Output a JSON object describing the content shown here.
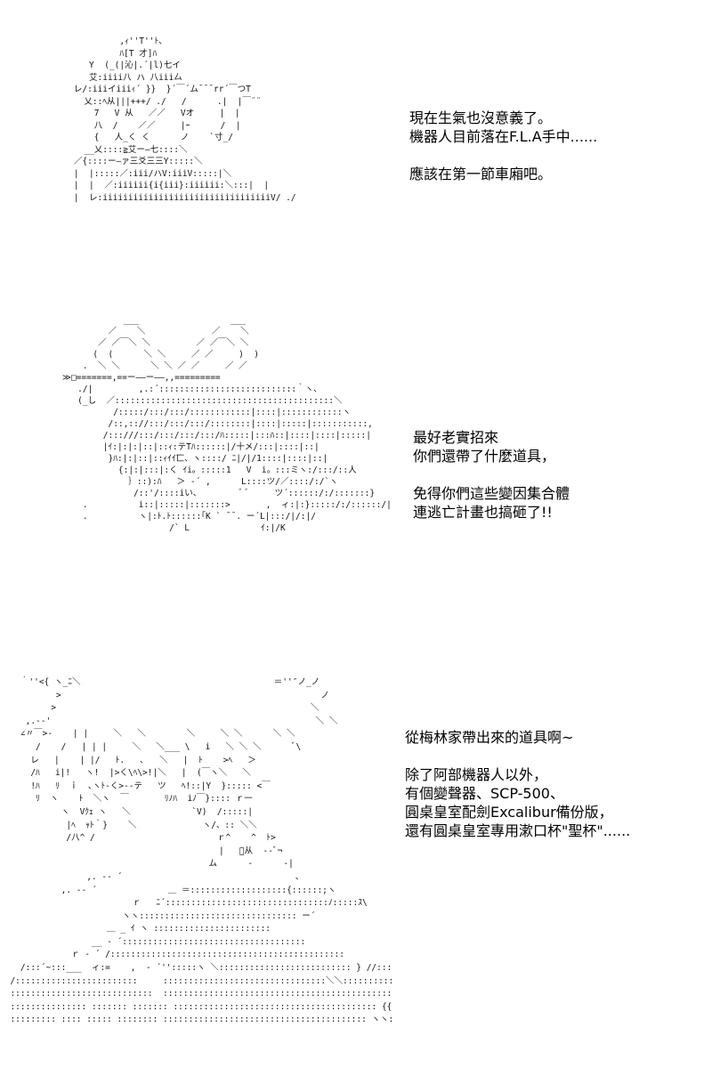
{
  "panels": [
    {
      "art": [
        "             ,ｨ''T''ﾄ、",
        "             ﾊ[T 才]ﾊ",
        "       Y  (_(|沁|.´|l)七イ",
        "       艾:iiii八 ハ 八iii厶",
        "    レ/:iiiイiiiｨ´ }}  }´￣´ム¯¯¯rr´￣つT",
        "      乂::ﾍ从|||+++/ ./   /      .|  |￣¨¨",
        "        7   V 从   ／／   Vオ     |  |",
        "        八  /    ／／     |ｰ      /  |",
        "        {   人_く く      ノ    `寸_/",
        "      __乂::::≧艾ー―七::::＼",
        "    ／{::::ー―ァ三爻三三Y:::::＼",
        "    |  |:::::／:iii/ハV:iiiV:::::|＼",
        "    |  |  ／:iiiiii{i{iii}:iiiiii:＼:::|  |",
        "    |  レ:iiiiiiiiiiiiiiiiiiiiiiiiiiiiiiiiiV/ ./"
      ],
      "caption": [
        "現在生氣也沒意義了。",
        "機器人目前落在F.L.A手中......",
        "",
        "應該在第一節車廂吧。"
      ]
    },
    {
      "art": [
        "",
        "            ___                  ___",
        "         ／    ＼             ／    ＼",
        "       ／ ／￣＼ ＼         ／ ／￣＼ ＼",
        "      (  (      ＼ ＼     ／ ／     )  )",
        "    .  ＼ ＼      ＼ ＼ ／ ／     ／ ／",
        "≫□=======,==ー――ー――,,=========",
        "   ./|         ,.:´:::::::::::::::::::::::::::｀ヽ、",
        "   (_し  ／:::::::::::::::::::::::::::::::::::::::::::＼",
        "          /:::::/:::/:::/::::::::::::|::::|::::::::::::ヽ",
        "         /::,:://:::/:::/:::/::::::::|::::|:::::|:::::::::::,",
        "        /:::///:::/:::/:::/:::/ﾊ:::::|:::ﾊ::|::::|::::|:::::|",
        "        |ｲ:|:|:|::|::ｨ:テTﾊ::::::|/十メ/:::|::::|::|",
        "         }ﾊ:|:|::|::ｨｲｲ匸、ヽ::::/ ﾆ|/|/1::::|::::|::|",
        "           {:|:|:::|:く ｲi。:::::1   V  i。:::ミヽ:/:::/::人",
        "             ｝::):ﾊ   ＞ -´ ,      L::::ツ/／::::/:/`ヽ",
        "              /::'/::::iい、        ﾞ ﾞ     ツ´::::::/:/:::::::}",
        "    .          i::|:::::|:::::::>       ,  ィ:|:}:::::/:/::::::/|/",
        "    .          ヽ|:ﾄ.ﾄ::::::｢K ` ̄ ̄ . ー´L|:::/|/:|/",
        "                     /` L              ｲ:|/K"
      ],
      "caption": [
        "最好老實招來",
        "你們還帶了什麼道具，",
        "",
        "免得你們這些變因集合體",
        "連逃亡計畫也搞砸了!!"
      ]
    },
    {
      "art": [
        "    ｀''<{ ヽ_ﾆ＼                                      ＝''″ノ_ノ",
        "           >                                                   ノ",
        "          >                                                  ＼",
        "     ,.--'                                                    ＼ ＼",
        "    ∠〃￣>-    | |     ＼   ＼        ＼     ＼ ＼      ＼ ＼",
        "       /    /   | | |     ＼   ＼___ \\   i   ＼ ＼ ＼      ﾞ\\",
        "      レ   |    | |/   ﾄ.   ､   ＼   |  ﾄ    >ﾍ   ＞",
        "      /ﾊ   i|!   ヽ!  |>く\\ﾍ\\>!|＼   |  (￣ヽ＼   ＼",
        "      !ﾊ   ﾘ  ｉ  ､ヽﾄ-く>--テ   ツ   ﾍ!::|Y  }::::: <￣",
        "       ﾘ  ヽ    ﾄ  ＼ヽ  ￣       ﾘﾉﾊ  iﾉ￣}:::: ｒ一",
        "            ヽ  Vｸｪ ヽ   ＼            `V)  /:::::|",
        "             |ﾍ  ｬﾄ｀}    ＼             ヽ/、:: ＼＼",
        "             /八^ /                        ｒ^    ^  ﾄ>",
        "                                           |   ﾞ从  --ﾞ¬",
        "                                         ム      -      -|",
        "                 ,. -‐ ´                                  、",
        "            ,. -‐ ´              ＿ ＝:::::::::::::::::::{::::::;ヽ",
        "                          ｒ   ﾆ´::::::::::::::::::::::::::::::::ﾉ:::::ｽ\\",
        "                        ヽヽ::::::::::::::::::::::::::::::: ー´",
        "                     ＿ _ ｲ ヽ :::::::::::::::::::::::",
        "                  __ ‐ ´::::::::::::::::::::::::::::::::::::                 ´ ,,´",
        "              ｒ ‐ ´ /::::::::::::::::::::::::::::::::::::::::::::::",
        "    /:::´~:::___  ィ:=    ,  - ´'':::::ヽ ＼:::::::::::::::::::::::::: } //:::::::::",
        "  /::::::::::::::::::::::::     ::::::::::::::::::::::::::::::::＼＼:::::::::::::::::: ヽﾞ::::／",
        "  ::::::::::::::::::::::::::::  ::::::::::::::::::::::::::::::::::::::::::::::::::::::::ﾞﾞ  ﾞ::::/",
        "  ::::::::::::::: ::::::: ::::::: :::::::::::::::::::::::::::::::::::::::: {{::::::|  /:::/",
        "  ::::::::: :::: ::::: :::::::: :::::::::::::::::::::::::::::::::::::::: ヽヽ:::::/"
      ],
      "caption": [
        "從梅林家帶出來的道具啊~",
        "",
        "除了阿部機器人以外，",
        "有個變聲器、SCP-500、",
        "圓桌皇室配劍Excalibur備份版，",
        "還有圓桌皇室專用漱口杯\"聖杯\"......"
      ]
    }
  ]
}
